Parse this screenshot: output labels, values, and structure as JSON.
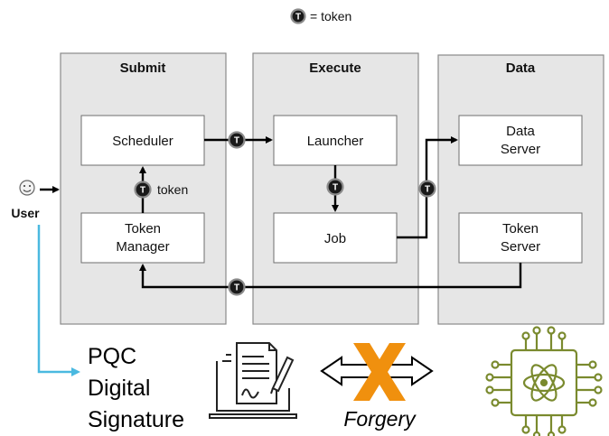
{
  "legend": {
    "token_symbol": "T",
    "label": "= token"
  },
  "panels": {
    "submit": "Submit",
    "execute": "Execute",
    "data": "Data"
  },
  "nodes": {
    "scheduler": "Scheduler",
    "token_manager": [
      "Token",
      "Manager"
    ],
    "launcher": "Launcher",
    "job": "Job",
    "data_server": [
      "Data",
      "Server"
    ],
    "token_server": [
      "Token",
      "Server"
    ]
  },
  "token_label": "token",
  "user_label": "User",
  "pqc_label": [
    "PQC",
    "Digital",
    "Signature"
  ],
  "forgery_label": "Forgery",
  "icons": [
    "smiley-icon",
    "signed-document-laptop-icon",
    "double-arrow-icon",
    "forgery-x-icon",
    "quantum-chip-icon",
    "token-icon"
  ],
  "colors": {
    "panel": "#e6e6e6",
    "user_link": "#4ab9e0",
    "forgery_x": "#f0900e",
    "chip": "#7a8a2e"
  }
}
